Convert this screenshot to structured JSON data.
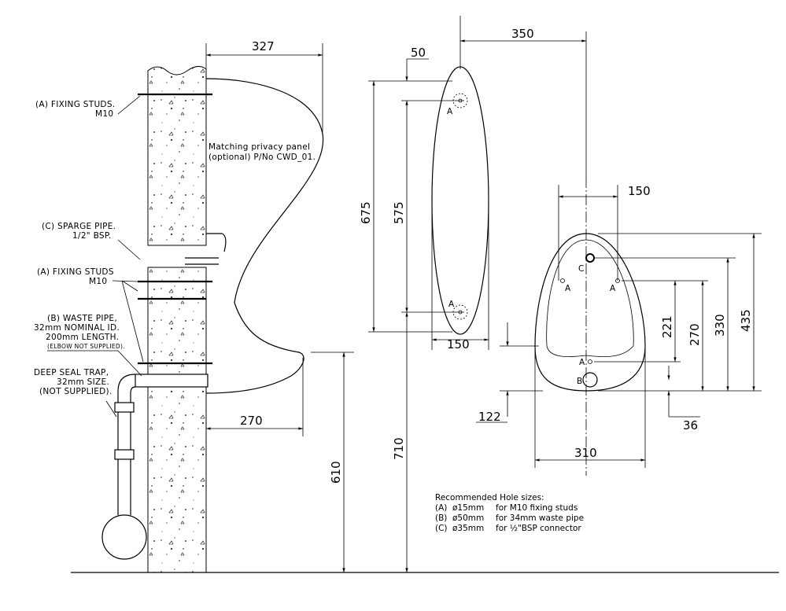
{
  "side_view": {
    "labels": {
      "fixing_studs_top": [
        "(A) FIXING STUDS.",
        "M10"
      ],
      "privacy_panel": [
        "Matching privacy panel",
        "(optional) P/No CWD_01."
      ],
      "sparge_pipe": [
        "(C) SPARGE PIPE.",
        "1/2\" BSP."
      ],
      "fixing_studs_lower": [
        "(A) FIXING STUDS",
        "M10"
      ],
      "waste_pipe": [
        "(B) WASTE PIPE,",
        "32mm NOMINAL ID.",
        "200mm LENGTH.",
        "(ELBOW NOT SUPPLIED)."
      ],
      "trap": [
        "DEEP SEAL TRAP,",
        "32mm SIZE.",
        "(NOT SUPPLIED)."
      ]
    },
    "dimensions": {
      "projection_top": "327",
      "projection_lip": "270",
      "lip_height": "610",
      "hole_height": "710"
    }
  },
  "narrow_front_view": {
    "hole_labels": [
      "A",
      "A"
    ],
    "dimensions": {
      "top_offset": "50",
      "overall_height": "675",
      "hole_spacing": "575",
      "width": "150",
      "offset_to_bowl": "350"
    }
  },
  "bowl_front_view": {
    "hole_labels": {
      "c": "C",
      "a_left": "A",
      "a_right": "A",
      "a_lower": "A",
      "b": "B"
    },
    "dimensions": {
      "stud_spacing": "150",
      "a_to_a_lower": "221",
      "a_to_bottom": "270",
      "c_to_bottom": "330",
      "overall_height": "435",
      "lip_depth": "122",
      "b_to_bottom": "36",
      "width": "310"
    }
  },
  "notes": {
    "title": "Recommended Hole sizes:",
    "items": [
      {
        "key": "(A)",
        "size": "ø15mm",
        "desc": "for M10 fixing studs"
      },
      {
        "key": "(B)",
        "size": "ø50mm",
        "desc": "for 34mm waste pipe"
      },
      {
        "key": "(C)",
        "size": "ø35mm",
        "desc": "for ½\"BSP connector"
      }
    ]
  }
}
